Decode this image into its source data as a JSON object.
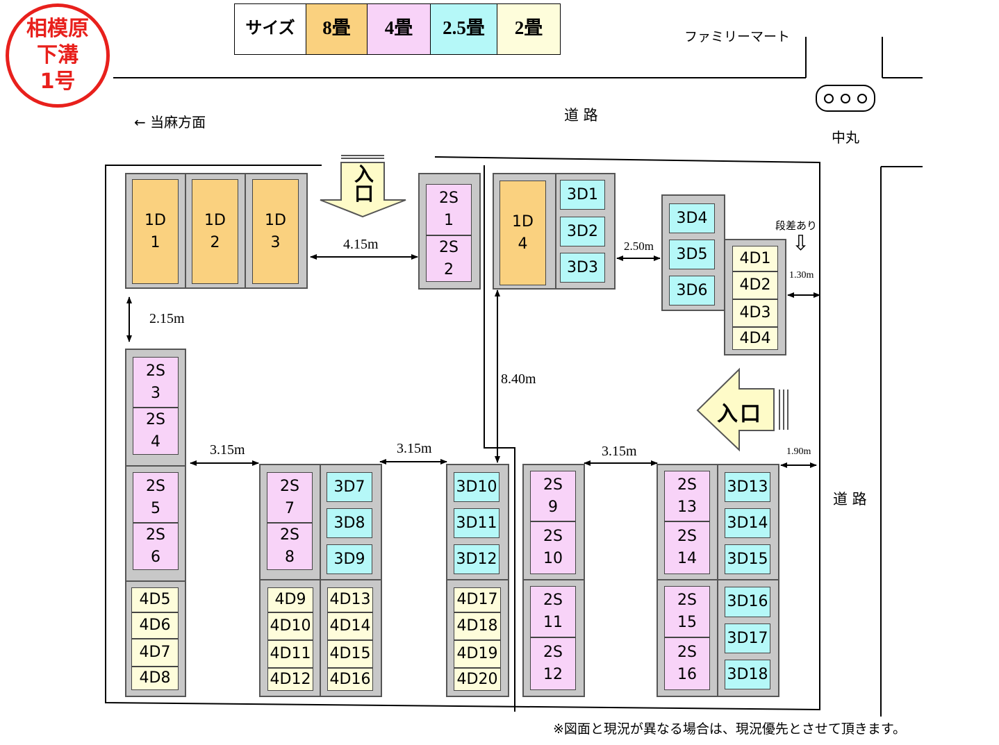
{
  "badge": {
    "line1": "相模原",
    "line2": "下溝",
    "line3": "1号"
  },
  "legend": {
    "label": "サイズ",
    "s8": "8畳",
    "s4": "4畳",
    "s25": "2.5畳",
    "s2": "2畳"
  },
  "landmarks": {
    "familymart": "ファミリーマート",
    "road_top": "道 路",
    "road_right": "道 路",
    "taima": "←  当麻方面",
    "nakamaru": "中丸",
    "step": "段差あり",
    "step_arrow": "⇩"
  },
  "entrances": {
    "top": "入口",
    "right": "入口"
  },
  "dimensions": {
    "d415": "4.15m",
    "d215": "2.15m",
    "d250": "2.50m",
    "d130": "1.30m",
    "d840": "8.40m",
    "d315a": "3.15m",
    "d315b": "3.15m",
    "d315c": "3.15m",
    "d190": "1.90m"
  },
  "units": {
    "1D1": [
      "1D",
      "1"
    ],
    "1D2": [
      "1D",
      "2"
    ],
    "1D3": [
      "1D",
      "3"
    ],
    "1D4": [
      "1D",
      "4"
    ],
    "2S1": [
      "2S",
      "1"
    ],
    "2S2": [
      "2S",
      "2"
    ],
    "2S3": [
      "2S",
      "3"
    ],
    "2S4": [
      "2S",
      "4"
    ],
    "2S5": [
      "2S",
      "5"
    ],
    "2S6": [
      "2S",
      "6"
    ],
    "2S7": [
      "2S",
      "7"
    ],
    "2S8": [
      "2S",
      "8"
    ],
    "2S9": [
      "2S",
      "9"
    ],
    "2S10": [
      "2S",
      "10"
    ],
    "2S11": [
      "2S",
      "11"
    ],
    "2S12": [
      "2S",
      "12"
    ],
    "2S13": [
      "2S",
      "13"
    ],
    "2S14": [
      "2S",
      "14"
    ],
    "2S15": [
      "2S",
      "15"
    ],
    "2S16": [
      "2S",
      "16"
    ],
    "3D1": "3D1",
    "3D2": "3D2",
    "3D3": "3D3",
    "3D4": "3D4",
    "3D5": "3D5",
    "3D6": "3D6",
    "3D7": "3D7",
    "3D8": "3D8",
    "3D9": "3D9",
    "3D10": "3D10",
    "3D11": "3D11",
    "3D12": "3D12",
    "3D13": "3D13",
    "3D14": "3D14",
    "3D15": "3D15",
    "3D16": "3D16",
    "3D17": "3D17",
    "3D18": "3D18",
    "4D1": "4D1",
    "4D2": "4D2",
    "4D3": "4D3",
    "4D4": "4D4",
    "4D5": "4D5",
    "4D6": "4D6",
    "4D7": "4D7",
    "4D8": "4D8",
    "4D9": "4D9",
    "4D10": "4D10",
    "4D11": "4D11",
    "4D12": "4D12",
    "4D13": "4D13",
    "4D14": "4D14",
    "4D15": "4D15",
    "4D16": "4D16",
    "4D17": "4D17",
    "4D18": "4D18",
    "4D19": "4D19",
    "4D20": "4D20"
  },
  "footnote": "※図面と現況が異なる場合は、現況優先とさせて頂きます。",
  "colors": {
    "size8": "#fad17f",
    "size4": "#f8d3f8",
    "size25": "#b5f8f8",
    "size2": "#fefddb",
    "badge": "#e8201c",
    "entrance": "#fefbc8"
  }
}
